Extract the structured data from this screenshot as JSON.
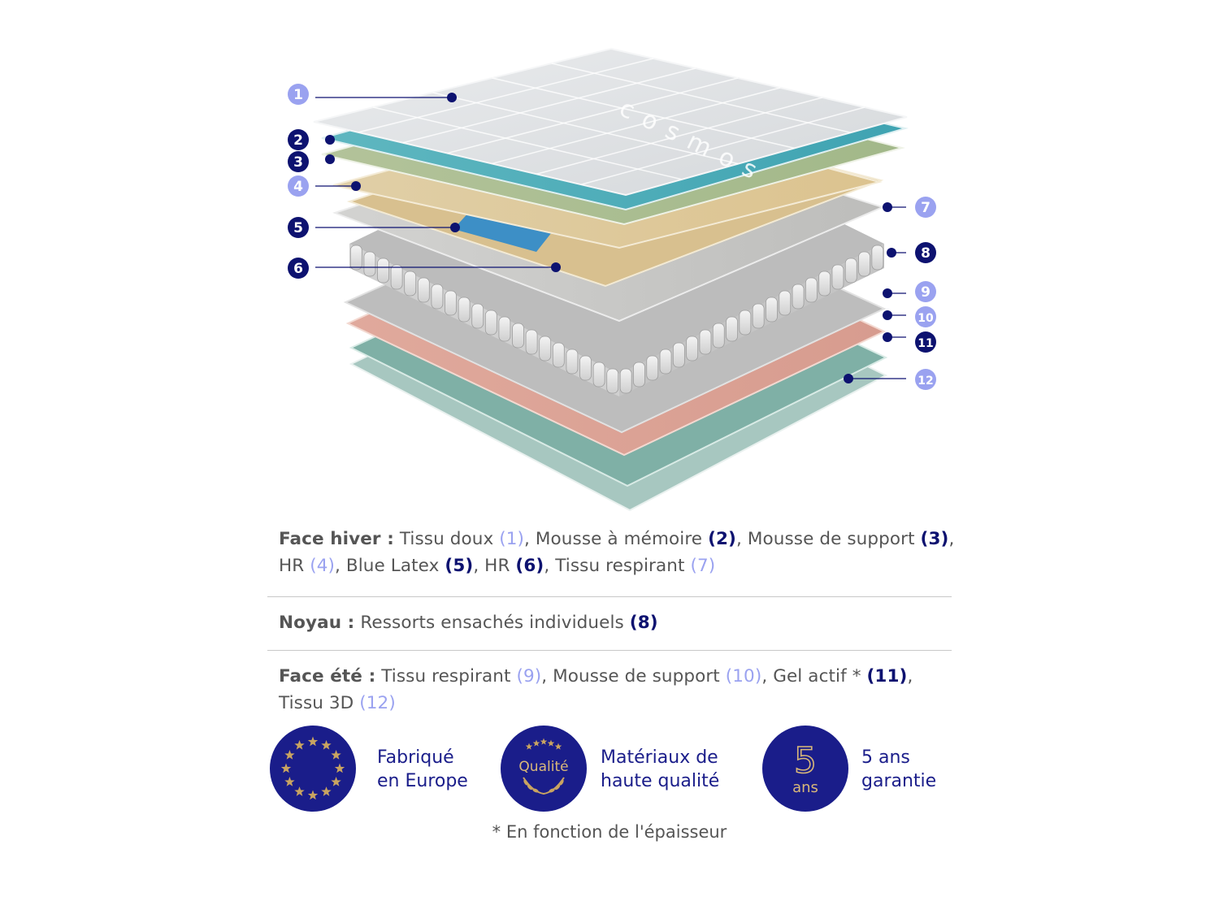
{
  "layers": [
    {
      "n": "1",
      "style": "light"
    },
    {
      "n": "2",
      "style": "dark"
    },
    {
      "n": "3",
      "style": "dark"
    },
    {
      "n": "4",
      "style": "light"
    },
    {
      "n": "5",
      "style": "dark"
    },
    {
      "n": "6",
      "style": "dark"
    },
    {
      "n": "7",
      "style": "light"
    },
    {
      "n": "8",
      "style": "dark"
    },
    {
      "n": "9",
      "style": "light"
    },
    {
      "n": "10",
      "style": "light"
    },
    {
      "n": "11",
      "style": "dark"
    },
    {
      "n": "12",
      "style": "light"
    }
  ],
  "brand": "cosmos",
  "colors": {
    "dark_marker": "#0d1270",
    "light_marker": "#9aa2f0",
    "badge_bg": "#1a1d8a",
    "gold": "#c9a461"
  },
  "winter": {
    "heading": "Face hiver :",
    "parts": [
      {
        "text": " Tissu doux ",
        "num": "(1)",
        "style": "light"
      },
      {
        "text": ", Mousse à mémoire ",
        "num": "(2)",
        "style": "dark"
      },
      {
        "text": ", Mousse de support ",
        "num": "(3)",
        "style": "dark"
      },
      {
        "text": ", HR ",
        "num": "(4)",
        "style": "light"
      },
      {
        "text": ", Blue Latex ",
        "num": "(5)",
        "style": "dark"
      },
      {
        "text": ", HR ",
        "num": "(6)",
        "style": "dark"
      },
      {
        "text": ", Tissu respirant ",
        "num": "(7)",
        "style": "light"
      }
    ]
  },
  "core": {
    "heading": "Noyau :",
    "parts": [
      {
        "text": " Ressorts ensachés individuels ",
        "num": "(8)",
        "style": "dark"
      }
    ]
  },
  "summer": {
    "heading": "Face été :",
    "parts": [
      {
        "text": " Tissu respirant ",
        "num": "(9)",
        "style": "light"
      },
      {
        "text": ", Mousse de support ",
        "num": "(10)",
        "style": "light"
      },
      {
        "text": ", Gel actif * ",
        "num": "(11)",
        "style": "dark"
      },
      {
        "text": ", Tissu 3D ",
        "num": "(12)",
        "style": "light"
      }
    ]
  },
  "badges": {
    "europe": {
      "line1": "Fabriqué",
      "line2": "en Europe"
    },
    "quality": {
      "icon_text": "Qualité",
      "line1": "Matériaux de",
      "line2": "haute qualité"
    },
    "warranty": {
      "icon_number": "5",
      "icon_unit": "ans",
      "line1": "5 ans",
      "line2": "garantie"
    }
  },
  "footnote": "* En fonction de l'épaisseur"
}
